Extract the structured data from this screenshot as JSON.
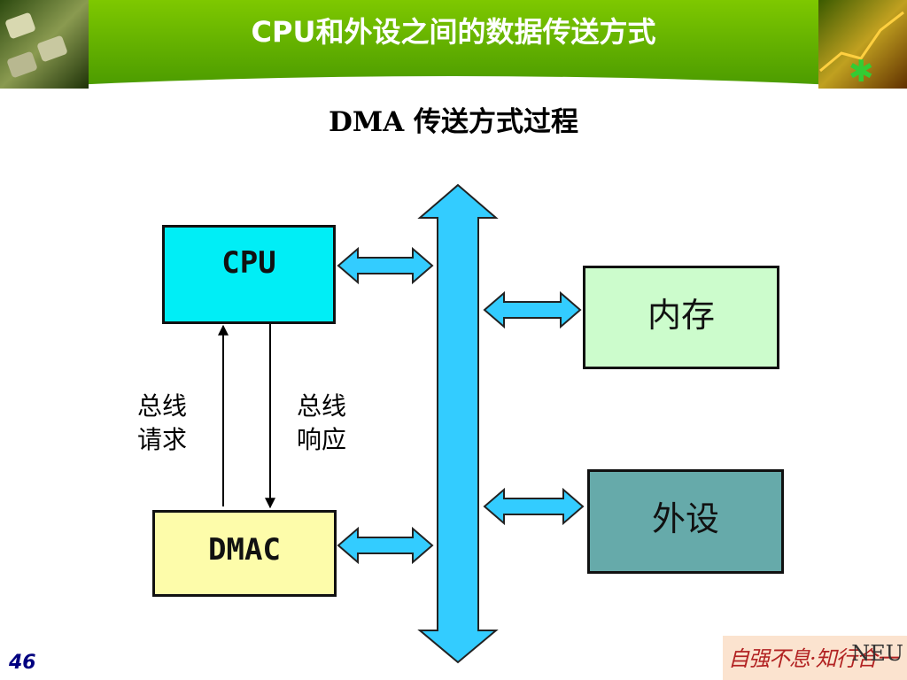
{
  "header": {
    "title": "CPU和外设之间的数据传送方式"
  },
  "diagram": {
    "subtitle": "DMA 传送方式过程",
    "nodes": {
      "cpu": "CPU",
      "dmac": "DMAC",
      "memory": "内存",
      "peripheral": "外设"
    },
    "signals": {
      "bus_request": [
        "总线",
        "请求"
      ],
      "bus_response": [
        "总线",
        "响应"
      ]
    },
    "colors": {
      "cpu": "#00eef6",
      "dmac": "#fdfcaa",
      "memory": "#ccfccc",
      "peripheral": "#66aaaa",
      "bus": "#33ccff",
      "header": "#5aa800"
    }
  },
  "footer": {
    "page_number": "46",
    "logo_text": "自强不息·知行合一",
    "logo_brand": "NEU"
  }
}
